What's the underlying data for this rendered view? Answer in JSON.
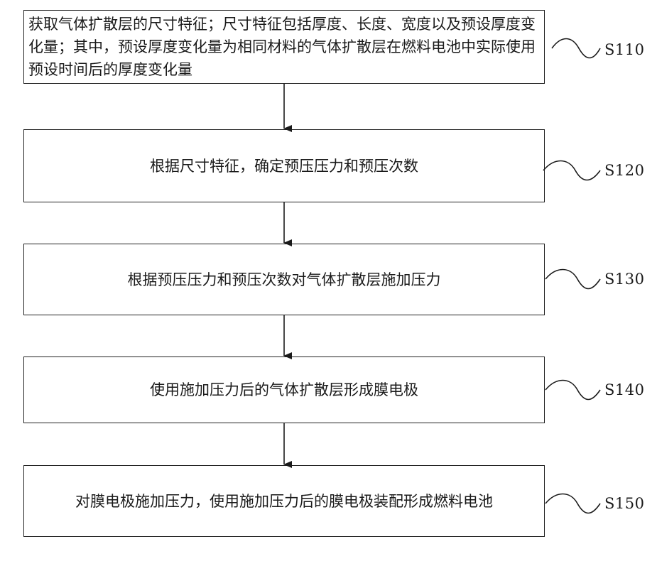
{
  "flowchart": {
    "steps": [
      {
        "id": "S110",
        "text": "获取气体扩散层的尺寸特征；尺寸特征包括厚度、长度、宽度以及预设厚度变化量；其中，预设厚度变化量为相同材料的气体扩散层在燃料电池中实际使用预设时间后的厚度变化量"
      },
      {
        "id": "S120",
        "text": "根据尺寸特征，确定预压压力和预压次数"
      },
      {
        "id": "S130",
        "text": "根据预压压力和预压次数对气体扩散层施加压力"
      },
      {
        "id": "S140",
        "text": "使用施加压力后的气体扩散层形成膜电极"
      },
      {
        "id": "S150",
        "text": "对膜电极施加压力，使用施加压力后的膜电极装配形成燃料电池"
      }
    ]
  }
}
